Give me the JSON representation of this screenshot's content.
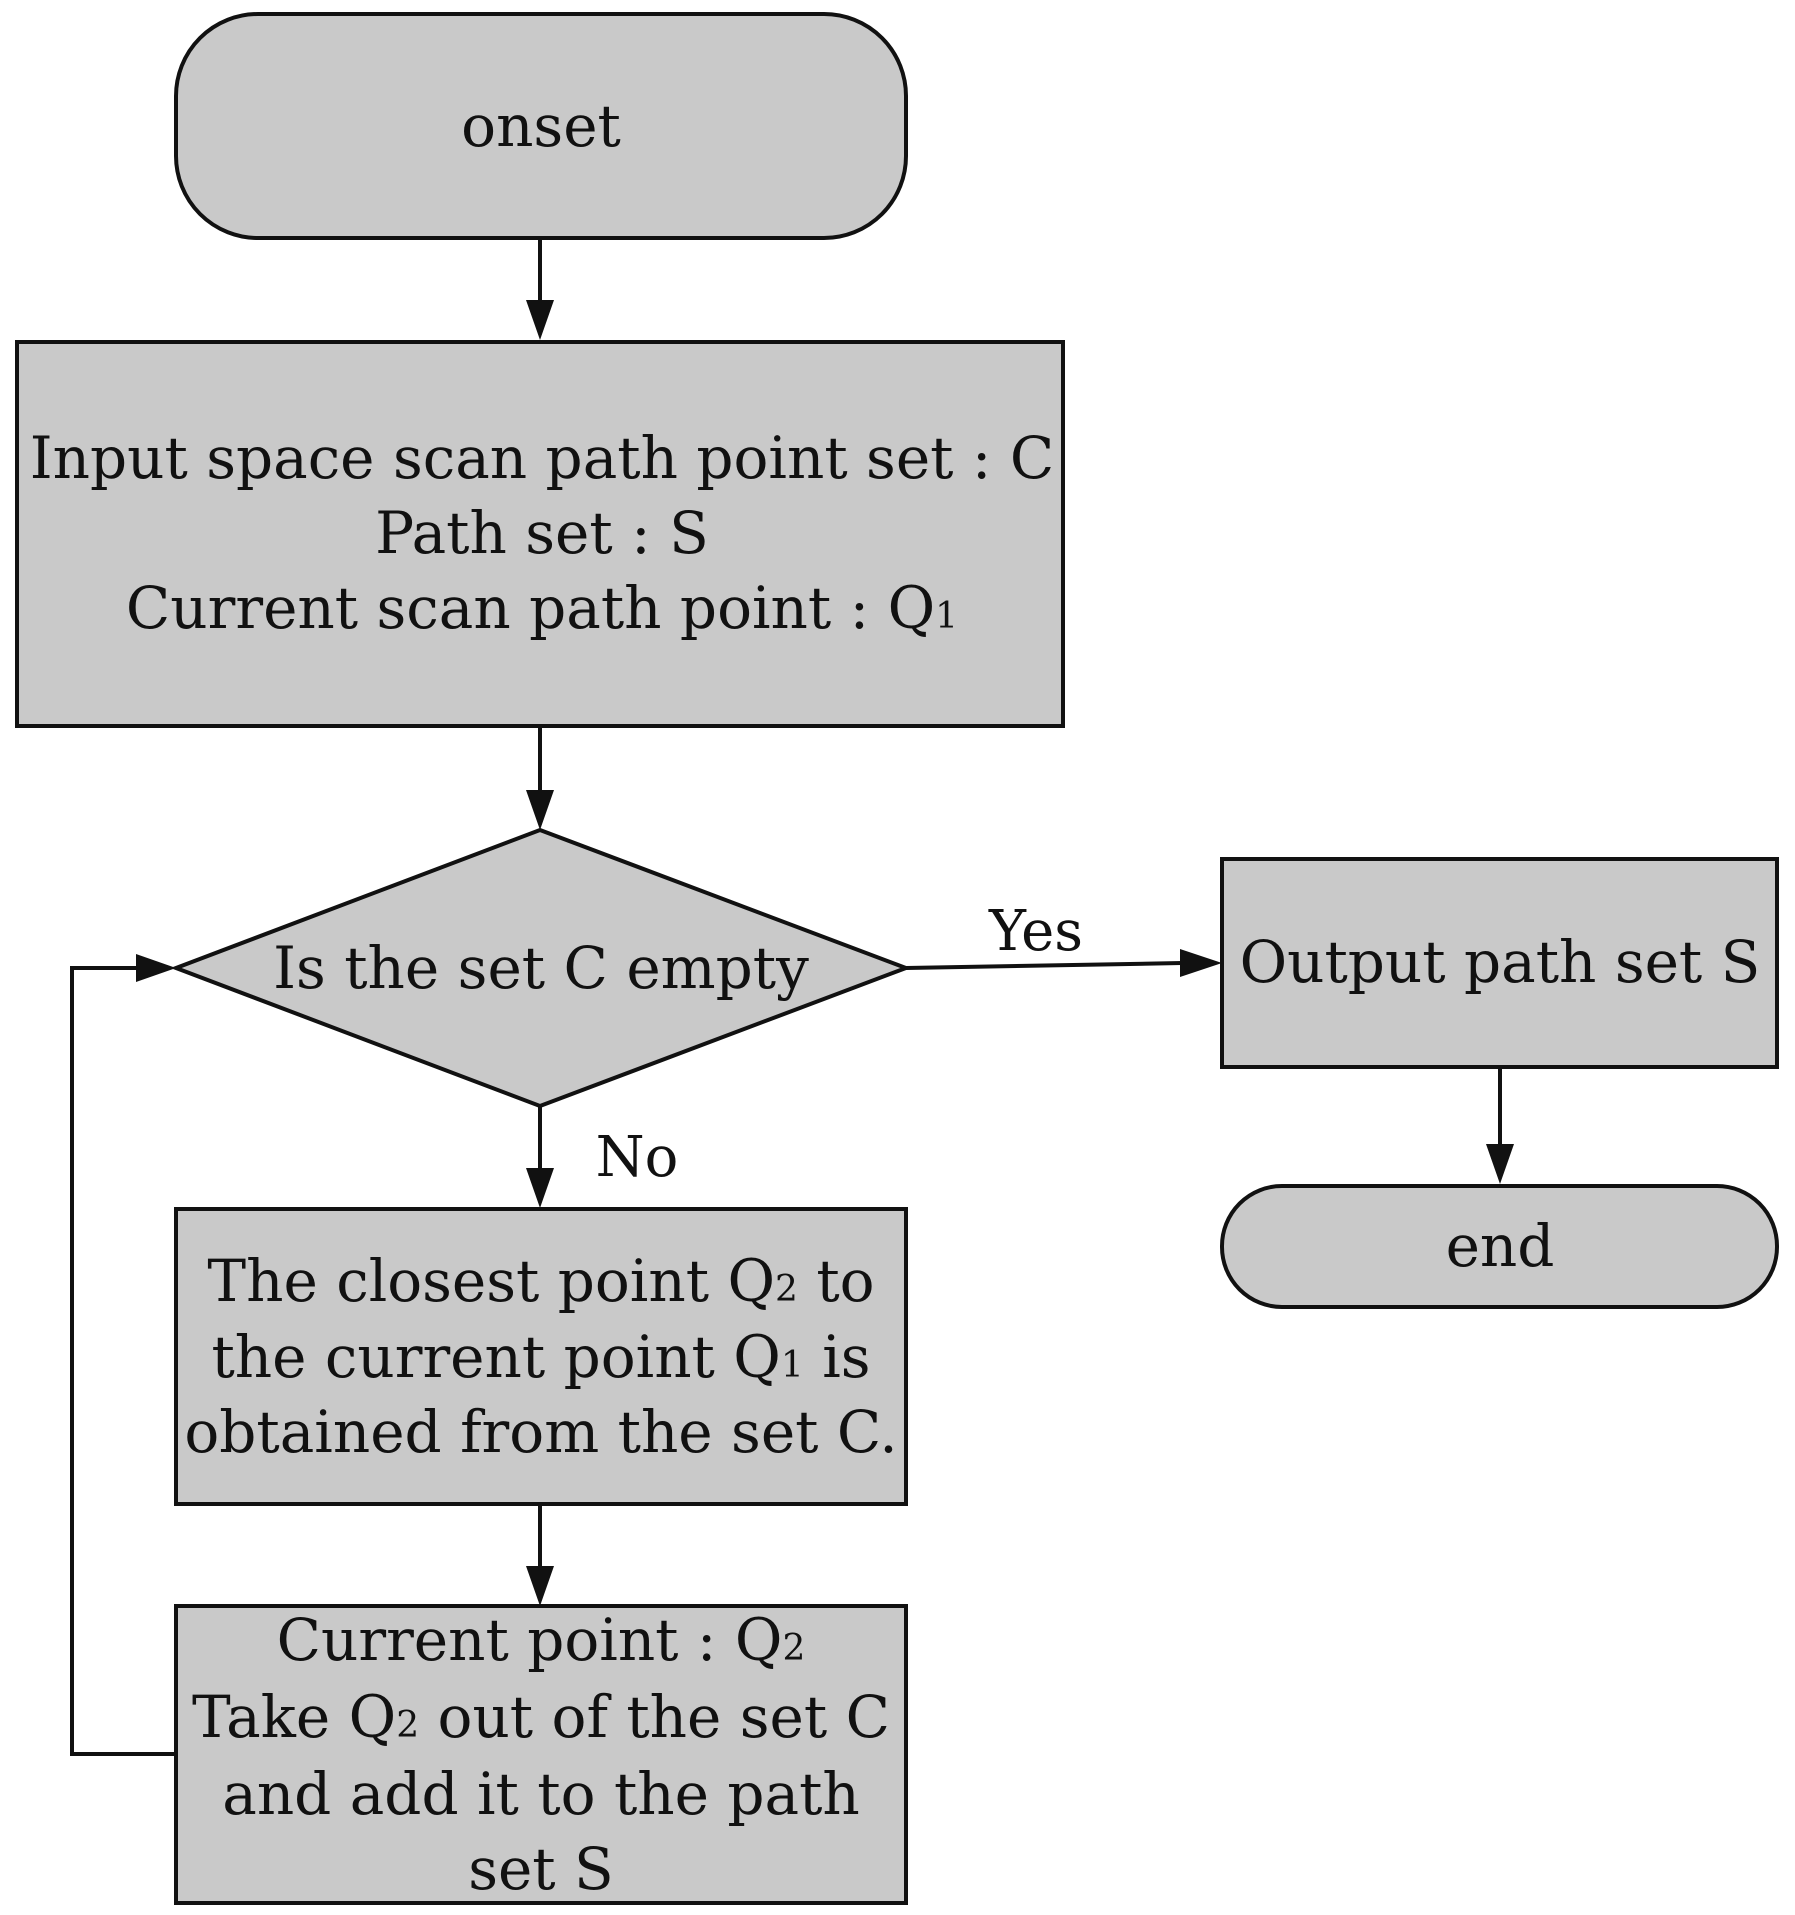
{
  "nodes": {
    "onset": {
      "label": "onset"
    },
    "input": {
      "line1": "Input space scan path point set : C",
      "line2": "Path set : S",
      "line3_main": "Current scan path point : Q",
      "line3_sub": "1"
    },
    "decision": {
      "label": "Is the set C empty"
    },
    "closest": {
      "line1_a": "The closest point Q",
      "line1_sub": "2",
      "line1_b": " to",
      "line2_a": "the current point Q",
      "line2_sub": "1",
      "line2_b": " is",
      "line3": "obtained from the set C."
    },
    "update": {
      "line1_a": "Current point : Q",
      "line1_sub": "2",
      "line2_a": "Take Q",
      "line2_sub": "2",
      "line2_b": " out of the set C",
      "line3": "and add it to the path",
      "line4": "set S"
    },
    "output": {
      "label": "Output path set S"
    },
    "end": {
      "label": "end"
    }
  },
  "edges": {
    "yes_label": "Yes",
    "no_label": "No"
  },
  "colors": {
    "node_fill": "#c9c9c9",
    "stroke": "#111111",
    "background": "#ffffff"
  }
}
